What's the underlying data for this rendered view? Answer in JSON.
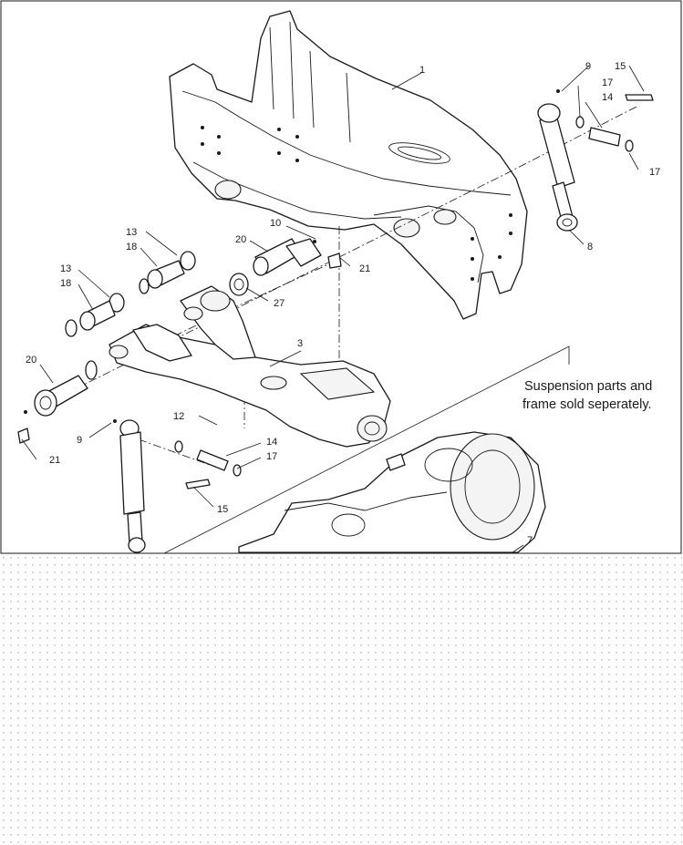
{
  "callouts": {
    "c1": "1",
    "c3": "3",
    "c7": "7",
    "c8": "8",
    "c9_top": "9",
    "c9_left": "9",
    "c10": "10",
    "c12": "12",
    "c13_a": "13",
    "c13_b": "13",
    "c14_top": "14",
    "c14_bottom": "14",
    "c15_top": "15",
    "c15_bottom": "15",
    "c17_top": "17",
    "c17_right": "17",
    "c17_bottom": "17",
    "c18_a": "18",
    "c18_b": "18",
    "c20_top": "20",
    "c20_left": "20",
    "c21_right": "21",
    "c21_left": "21",
    "c27": "27"
  },
  "note": {
    "line1": "Suspension parts and",
    "line2": "frame sold seperately."
  },
  "colors": {
    "ink": "#1a1a1a",
    "paper": "#ffffff",
    "mask_dot": "#c8c8c8"
  }
}
